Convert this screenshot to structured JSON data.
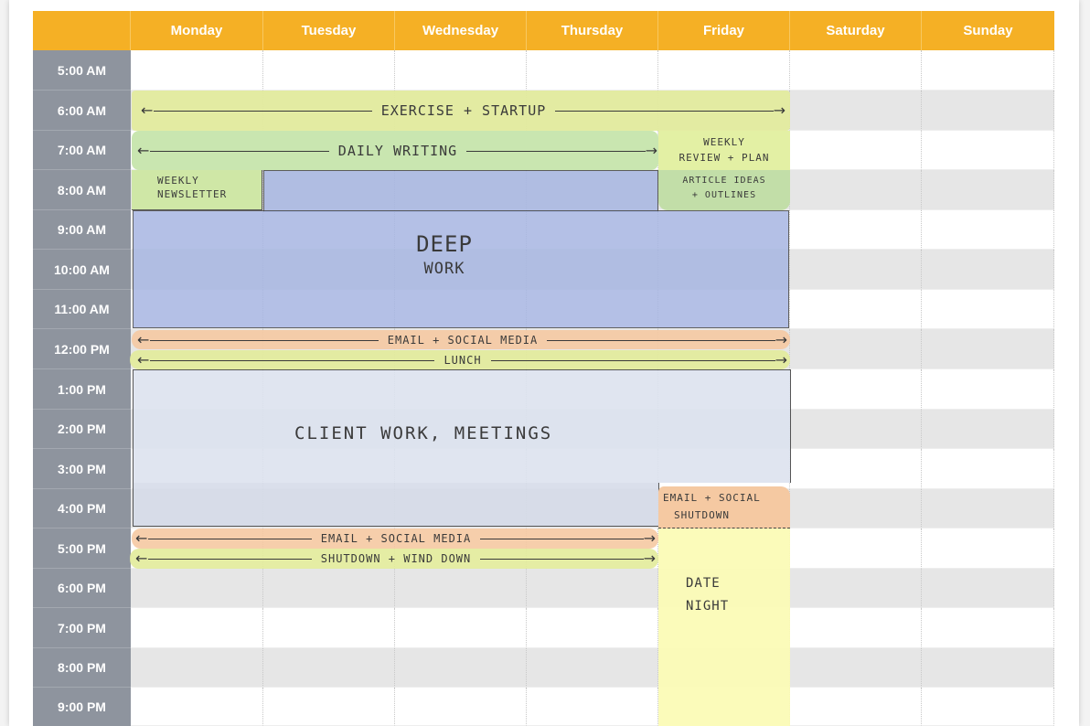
{
  "days": [
    "Monday",
    "Tuesday",
    "Wednesday",
    "Thursday",
    "Friday",
    "Saturday",
    "Sunday"
  ],
  "times": [
    "5:00 AM",
    "6:00 AM",
    "7:00 AM",
    "8:00 AM",
    "9:00 AM",
    "10:00 AM",
    "11:00 AM",
    "12:00 PM",
    "1:00 PM",
    "2:00 PM",
    "3:00 PM",
    "4:00 PM",
    "5:00 PM",
    "6:00 PM",
    "7:00 PM",
    "8:00 PM",
    "9:00 PM"
  ],
  "blocks": {
    "exercise": "EXERCISE + STARTUP",
    "writing": "DAILY WRITING",
    "weekly_review_1": "WEEKLY",
    "weekly_review_2": "REVIEW + PLAN",
    "newsletter_1": "WEEKLY",
    "newsletter_2": "NEWSLETTER",
    "article_1": "ARTICLE IDEAS",
    "article_2": "+ OUTLINES",
    "deep_1": "DEEP",
    "deep_2": "WORK",
    "email_noon": "EMAIL + SOCIAL MEDIA",
    "lunch": "LUNCH",
    "client": "CLIENT WORK, MEETINGS",
    "fri_email_1": "EMAIL + SOCIAL",
    "fri_email_2": "SHUTDOWN",
    "email_pm": "EMAIL + SOCIAL MEDIA",
    "shutdown": "SHUTDOWN + WIND DOWN",
    "date_1": "DATE",
    "date_2": "NIGHT"
  },
  "colors": {
    "header": "#f5b025",
    "time_column": "#8e949e",
    "yellow_green": "#e3ec9c",
    "green": "#c9e6b0",
    "blue": "#a7b6e2",
    "light_blue": "#dde3ef",
    "salmon": "#f5c9a2",
    "yellow": "#fbfbb6"
  }
}
